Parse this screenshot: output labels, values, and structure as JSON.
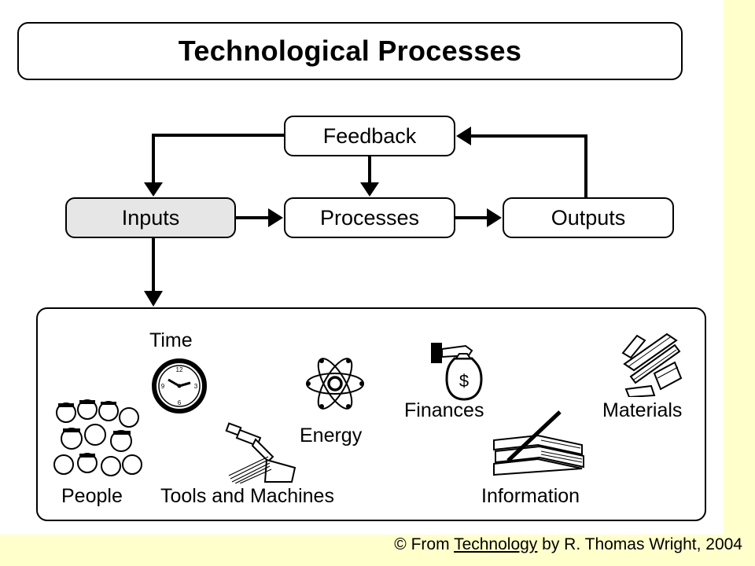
{
  "title": "Technological Processes",
  "nodes": {
    "feedback": "Feedback",
    "inputs": "Inputs",
    "processes": "Processes",
    "outputs": "Outputs"
  },
  "input_items": {
    "time": "Time",
    "people": "People",
    "tools": "Tools and Machines",
    "energy": "Energy",
    "finances": "Finances",
    "information": "Information",
    "materials": "Materials"
  },
  "caption": {
    "prefix": "© From ",
    "book": "Technology",
    "suffix": " by R. Thomas Wright, 2004"
  },
  "colors": {
    "background": "#ffffff",
    "accent_band": "#ffffcc",
    "inputs_fill": "#e6e6e6",
    "ink": "#000000"
  }
}
